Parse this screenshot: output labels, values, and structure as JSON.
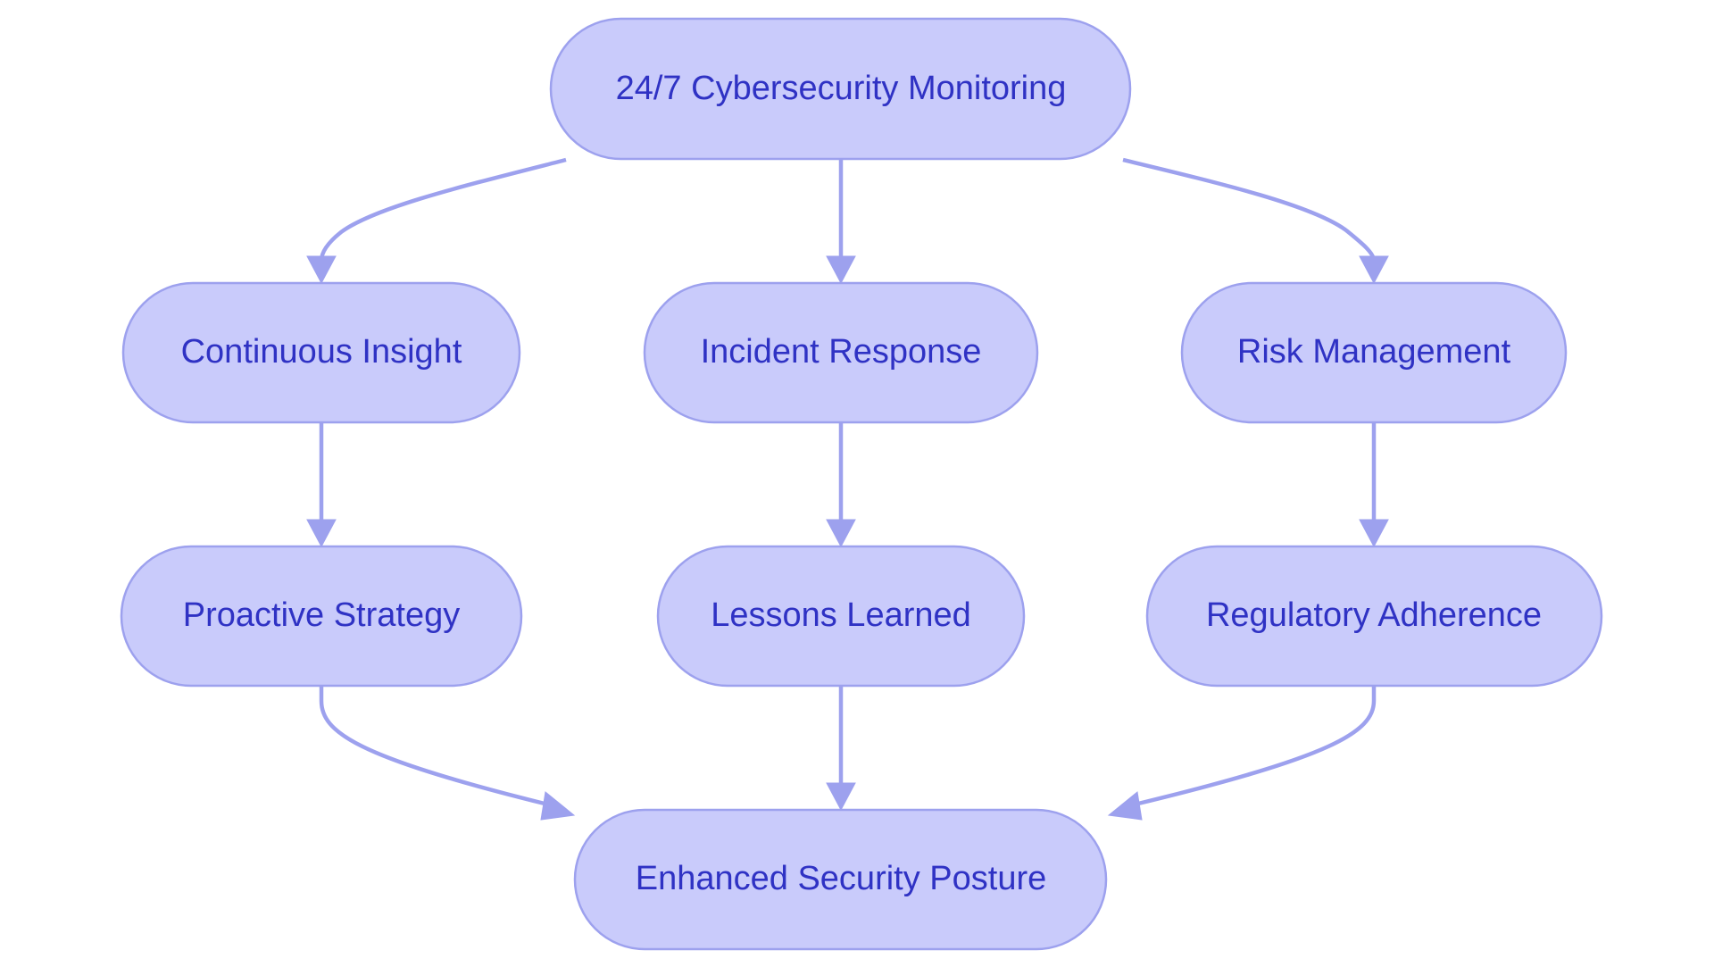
{
  "diagram": {
    "type": "flowchart",
    "colors": {
      "node_fill": "#c9cbfb",
      "node_border": "#9da1ee",
      "text": "#2f32c4",
      "edge": "#9da1ee",
      "background": "#ffffff"
    },
    "nodes": {
      "monitoring": "24/7 Cybersecurity Monitoring",
      "insight": "Continuous Insight",
      "incident": "Incident Response",
      "risk": "Risk Management",
      "proactive": "Proactive Strategy",
      "lessons": "Lessons Learned",
      "regulatory": "Regulatory Adherence",
      "posture": "Enhanced Security Posture"
    },
    "edges": [
      {
        "from": "monitoring",
        "to": "insight"
      },
      {
        "from": "monitoring",
        "to": "incident"
      },
      {
        "from": "monitoring",
        "to": "risk"
      },
      {
        "from": "insight",
        "to": "proactive"
      },
      {
        "from": "incident",
        "to": "lessons"
      },
      {
        "from": "risk",
        "to": "regulatory"
      },
      {
        "from": "proactive",
        "to": "posture"
      },
      {
        "from": "lessons",
        "to": "posture"
      },
      {
        "from": "regulatory",
        "to": "posture"
      }
    ]
  }
}
